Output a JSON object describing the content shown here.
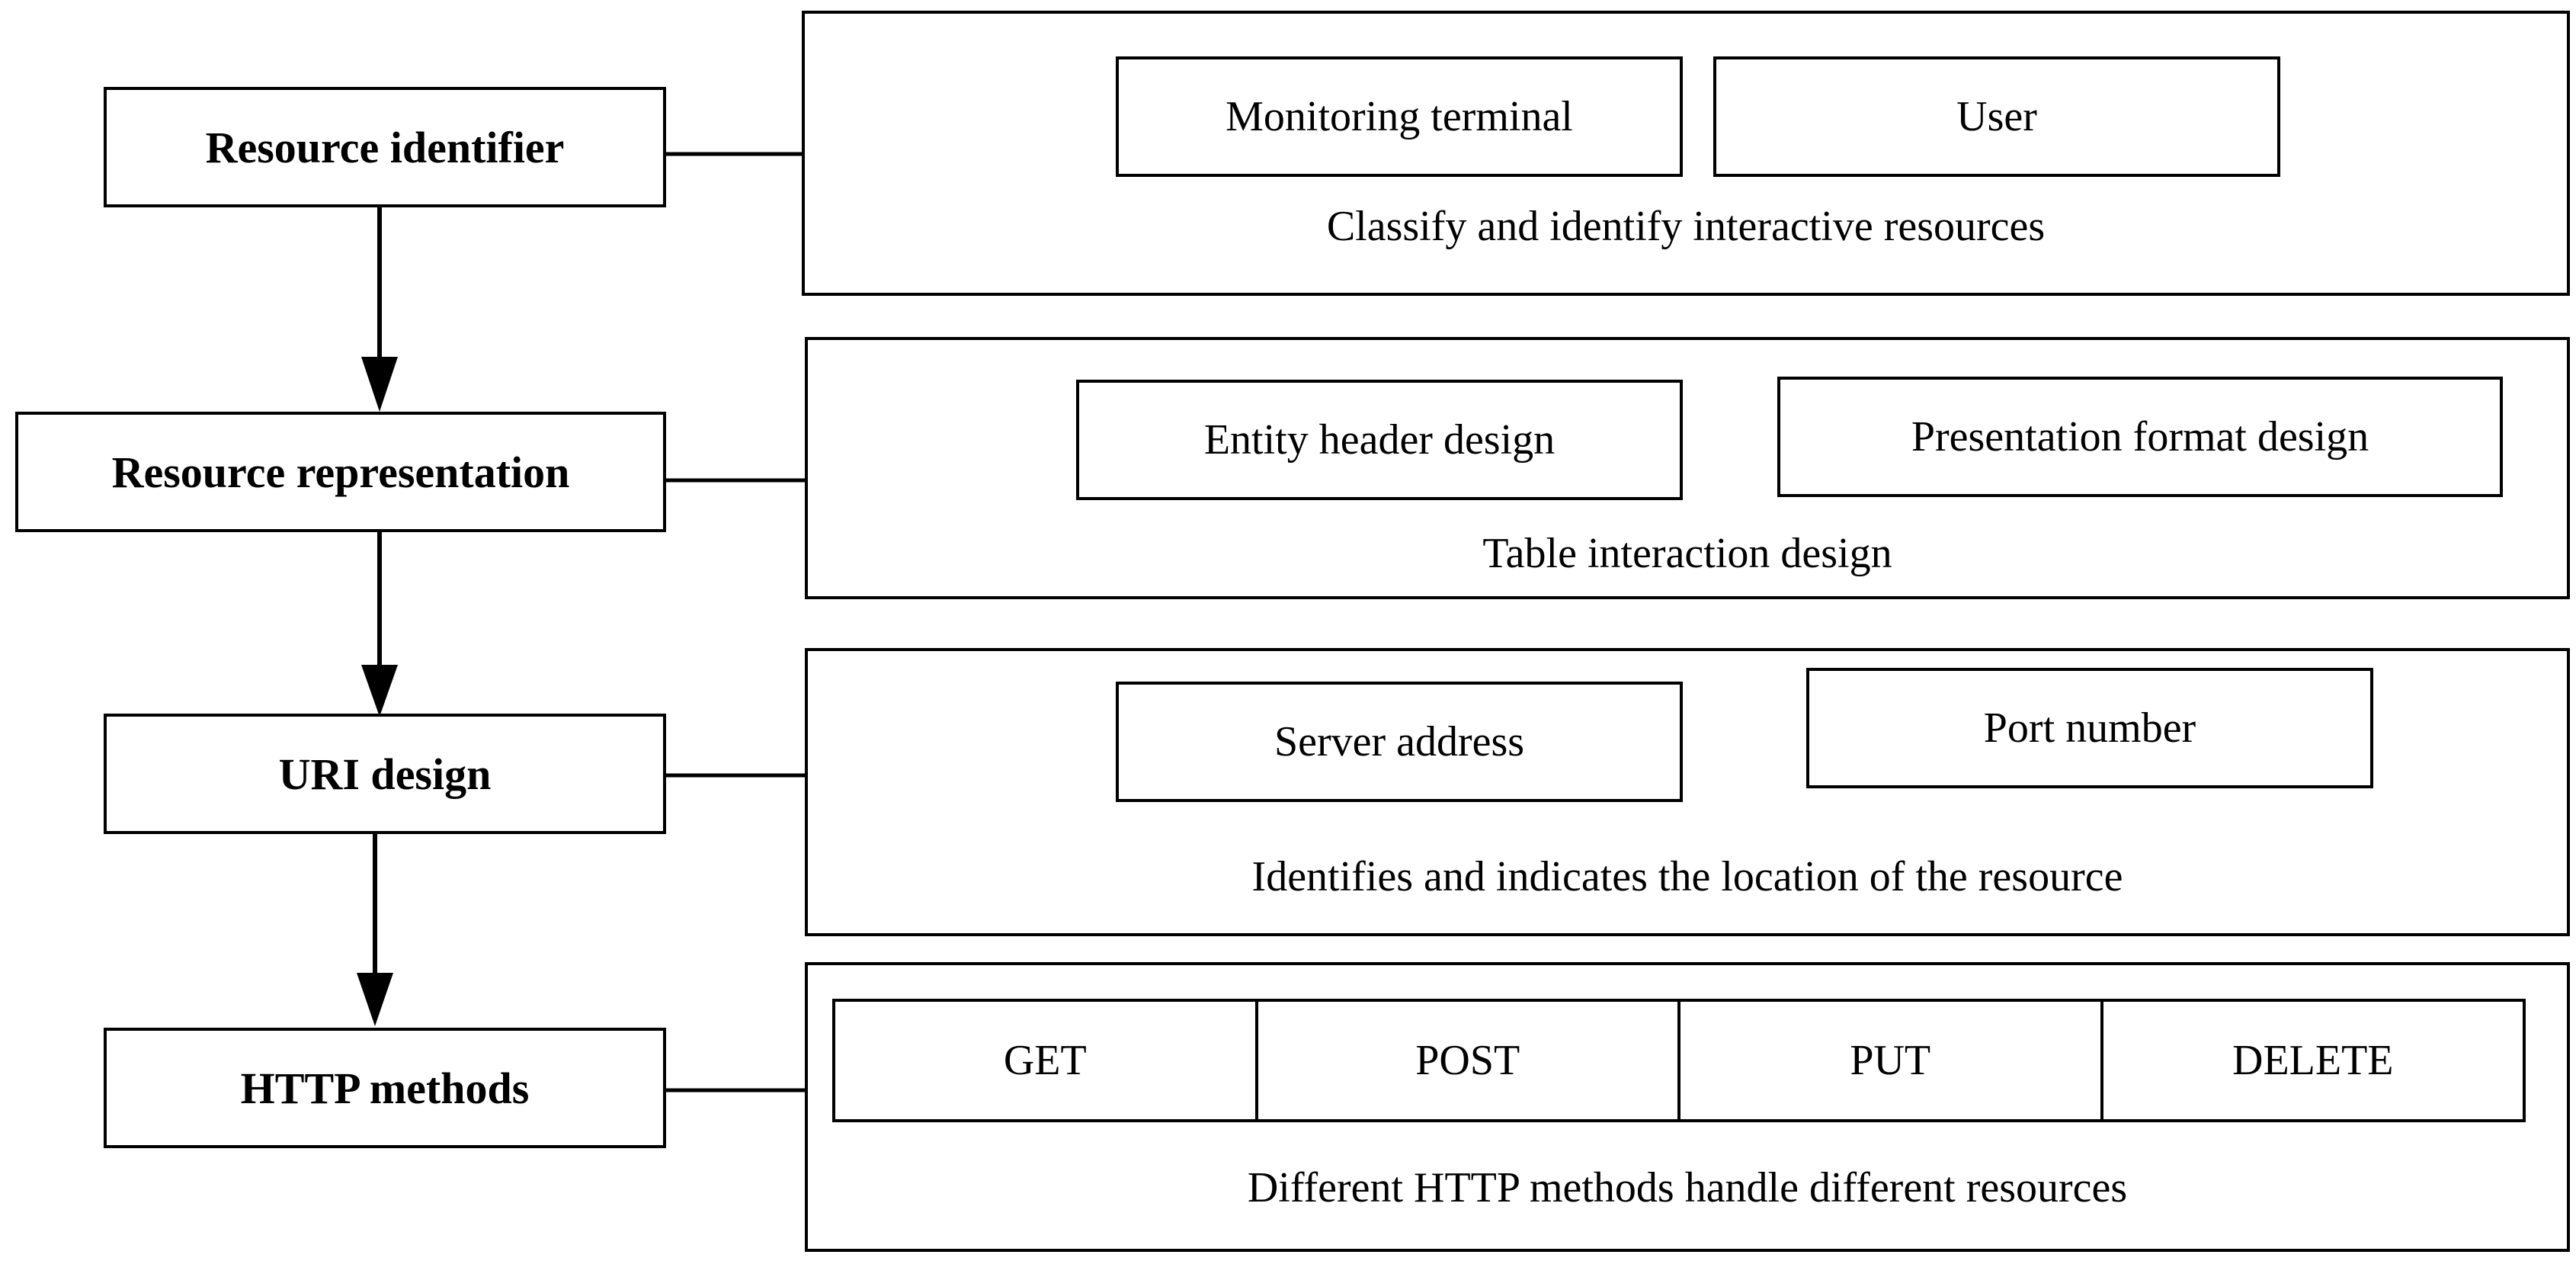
{
  "steps": [
    {
      "title": "Resource identifier",
      "caption": "Classify and identify interactive resources",
      "items": [
        "Monitoring terminal",
        "User"
      ]
    },
    {
      "title": "Resource representation",
      "caption": "Table interaction design",
      "items": [
        "Entity header design",
        "Presentation format design"
      ]
    },
    {
      "title": "URI design",
      "caption": "Identifies and indicates the location of the resource",
      "items": [
        "Server address",
        "Port number"
      ]
    },
    {
      "title": "HTTP methods",
      "caption": "Different HTTP methods handle different resources",
      "items": [
        "GET",
        "POST",
        "PUT",
        "DELETE"
      ]
    }
  ]
}
